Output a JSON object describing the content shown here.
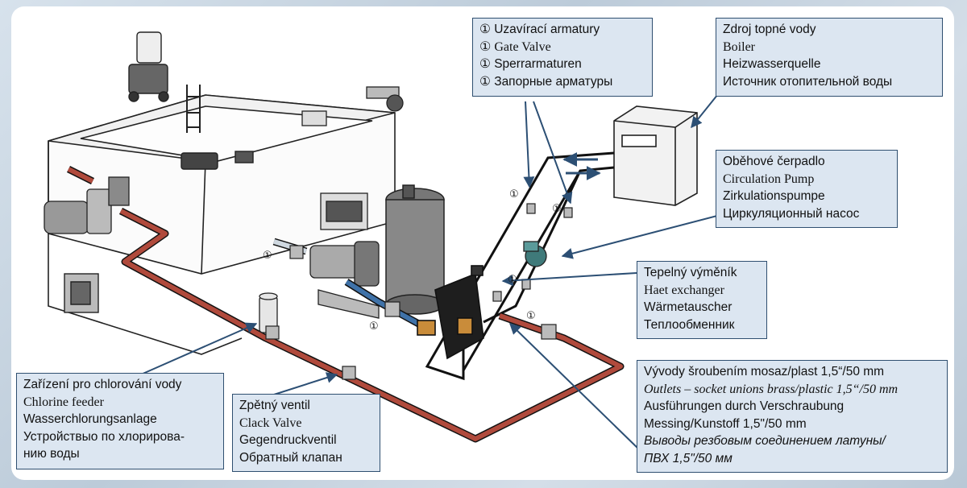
{
  "callouts": {
    "gate_valve": [
      "① Uzavírací armatury",
      "① Gate Valve",
      "① Sperrarmaturen",
      "① Запорные арматуры"
    ],
    "boiler": [
      "Zdroj topné vody",
      "Boiler",
      "Heizwasserquelle",
      "Источник отопительной воды"
    ],
    "pump": [
      "Oběhové čerpadlo",
      "Circulation Pump",
      "Zirkulationspumpe",
      "Циркуляционный насос"
    ],
    "heat_exchanger": [
      "Tepelný výměník",
      "Haet exchanger",
      "Wärmetauscher",
      "Теплообменник"
    ],
    "sockets": [
      "Vývody šroubením mosaz/plast 1,5“/50 mm",
      "Outlets – socket unions brass/plastic 1,5“/50 mm",
      "Ausführungen durch Verschraubung",
      "Messing/Kunstoff 1,5\"/50 mm",
      "Выводы резбовым соединением латуны/",
      "ПВХ 1,5\"/50 мм"
    ],
    "chlorine": [
      "Zařízení pro chlorování vody",
      "Chlorine feeder",
      "Wasserchlorungsanlage",
      "Устройствыо по хлорирова-",
      "нию воды"
    ],
    "check_valve": [
      "Zpětný ventil",
      "Clack Valve",
      "Gegendruckventil",
      "Обратный клапан"
    ]
  },
  "valve_marker": "①",
  "colors": {
    "label_fill": "#dce6f1",
    "label_border": "#2f4f70",
    "pipe_red": "#b04a3c",
    "pipe_blue": "#3f72a8",
    "arrow_blue": "#2c4f74"
  }
}
